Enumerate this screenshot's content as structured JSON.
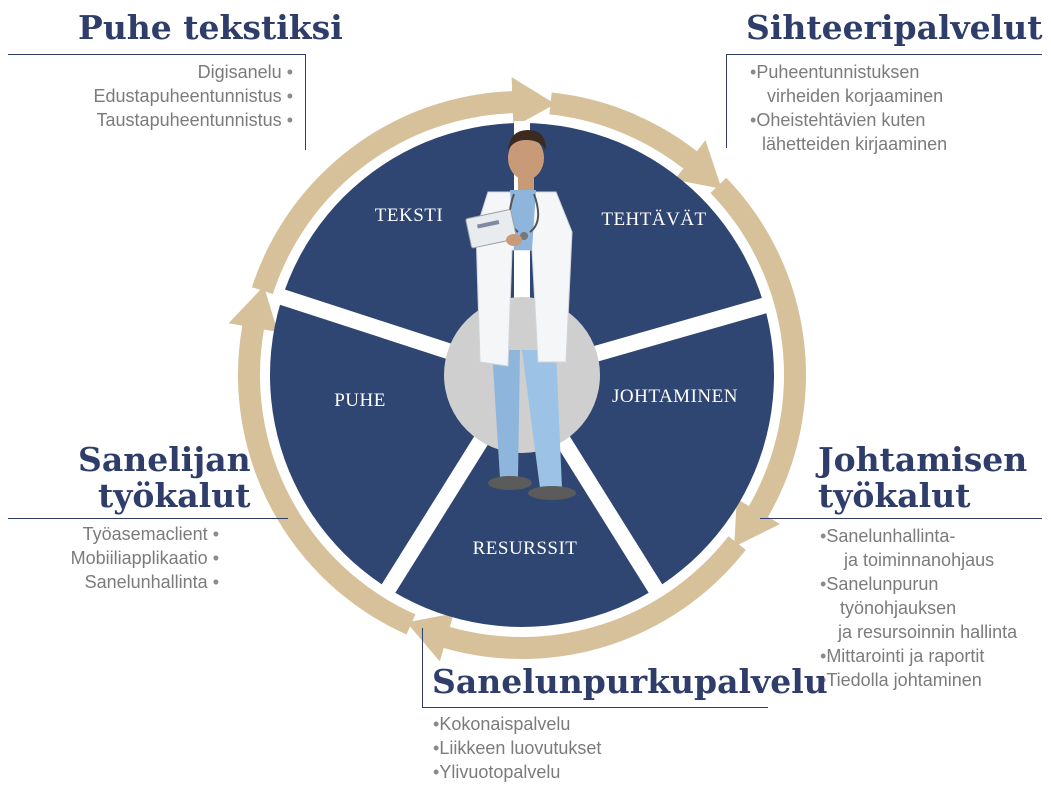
{
  "colors": {
    "navy": "#2f4572",
    "title_navy": "#2f3d6b",
    "arrow_tan": "#d7c19a",
    "hub_gray": "#cfcfcf",
    "text_gray": "#7b7b7b"
  },
  "wheel": {
    "segments": [
      "TEKSTI",
      "TEHTÄVÄT",
      "JOHTAMINEN",
      "RESURSSIT",
      "PUHE"
    ]
  },
  "illustration": {
    "subject": "doctor-with-tablet"
  },
  "sections": {
    "puhe_tekstiksi": {
      "title": "Puhe tekstiksi",
      "items": [
        "Digisanelu",
        "Edustapuheentunnistus",
        "Taustapuheentunnistus"
      ]
    },
    "sihteeripalvelut": {
      "title": "Sihteeripalvelut",
      "items": [
        {
          "line1": "Puheentunnistuksen",
          "line2": "virheiden korjaaminen"
        },
        {
          "line1": "Oheistehtävien kuten",
          "line2": "lähetteiden kirjaaminen"
        }
      ]
    },
    "sanelijan_tyokalut": {
      "title_line1": "Sanelijan",
      "title_line2": "työkalut",
      "items": [
        "Työasemaclient",
        "Mobiiliapplikaatio",
        "Sanelunhallinta"
      ]
    },
    "johtamisen_tyokalut": {
      "title_line1": "Johtamisen",
      "title_line2": "työkalut",
      "items": [
        {
          "line1": "Sanelunhallinta-",
          "line2": "ja toiminnanohjaus"
        },
        {
          "line1": "Sanelunpurun",
          "line2": "työnohjauksen",
          "line3": "ja resursoinnin hallinta"
        },
        {
          "line1": "Mittarointi ja raportit"
        },
        {
          "line1": "Tiedolla johtaminen"
        }
      ]
    },
    "sanelunpurkupalvelu": {
      "title": "Sanelunpurkupalvelu",
      "items": [
        "Kokonaispalvelu",
        "Liikkeen luovutukset",
        "Ylivuotopalvelu"
      ]
    }
  }
}
